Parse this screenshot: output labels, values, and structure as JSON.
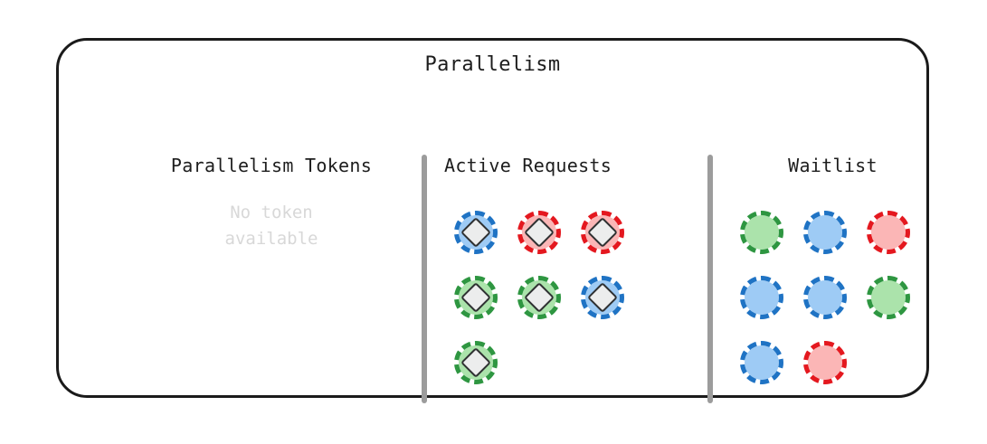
{
  "card": {
    "title": "Parallelism"
  },
  "columns": {
    "tokens": {
      "header": "Parallelism Tokens",
      "empty_line_1": "No token",
      "empty_line_2": "available"
    },
    "active": {
      "header": "Active Requests",
      "nodes": [
        {
          "color": "blue",
          "has_token": true
        },
        {
          "color": "red",
          "has_token": true
        },
        {
          "color": "red",
          "has_token": true
        },
        {
          "color": "green",
          "has_token": true
        },
        {
          "color": "green",
          "has_token": true
        },
        {
          "color": "blue",
          "has_token": true
        },
        {
          "color": "green",
          "has_token": true
        }
      ]
    },
    "waitlist": {
      "header": "Waitlist",
      "nodes": [
        {
          "color": "green",
          "has_token": false
        },
        {
          "color": "blue",
          "has_token": false
        },
        {
          "color": "red",
          "has_token": false
        },
        {
          "color": "blue",
          "has_token": false
        },
        {
          "color": "blue",
          "has_token": false
        },
        {
          "color": "green",
          "has_token": false
        },
        {
          "color": "blue",
          "has_token": false
        },
        {
          "color": "red",
          "has_token": false
        }
      ]
    }
  },
  "palette": {
    "blue_fill": "#9ecbf5",
    "blue_ring": "#1f73c4",
    "red_fill": "#fbb6b6",
    "red_ring": "#e4181f",
    "green_fill": "#abe3ab",
    "green_ring": "#2e9641",
    "token_fill": "#eceded",
    "token_stroke": "#2f3132",
    "divider": "#9c9c9c",
    "border": "#1a1a1a",
    "muted_text": "#d8d8d8"
  }
}
